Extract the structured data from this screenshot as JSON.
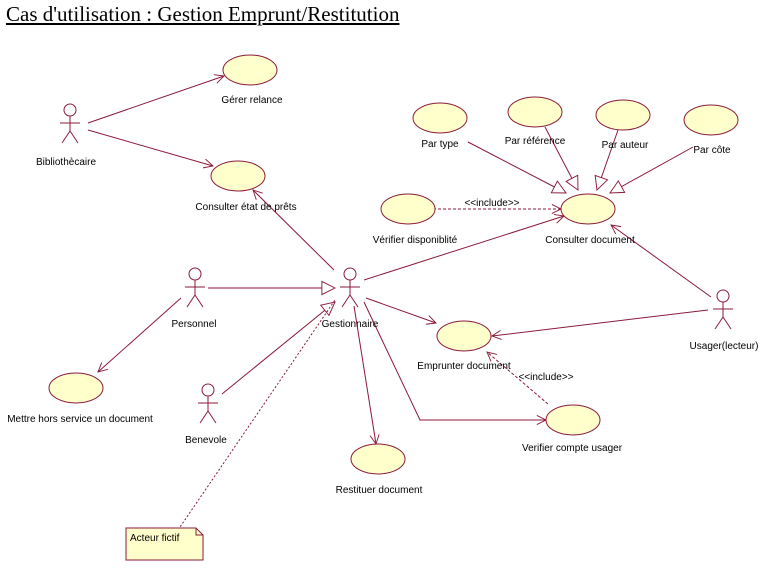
{
  "title": "Cas d'utilisation : Gestion Emprunt/Restitution",
  "actors": {
    "bibliothecaire": "Bibliothècaire",
    "personnel": "Personnel",
    "benevole": "Benevole",
    "gestionnaire": "Gestionnaire",
    "usager": "Usager(lecteur)"
  },
  "use_cases": {
    "gerer_relance": "Gérer relance",
    "consulter_etat_prets": "Consulter état de prêts",
    "par_type": "Par type",
    "par_reference": "Par référence",
    "par_auteur": "Par auteur",
    "par_cote": "Par côte",
    "verifier_disponibilite": "Vérifier disponiblité",
    "consulter_document": "Consulter document",
    "emprunter_document": "Emprunter document",
    "verifier_compte_usager": "Verifier compte usager",
    "restituer_document": "Restituer document",
    "mettre_hors_service": "Mettre hors service un document"
  },
  "stereotypes": {
    "include_disponibilite": "<<include>>",
    "include_compte": "<<include>>"
  },
  "note": "Acteur fictif",
  "colors": {
    "line": "#8b1a3a",
    "use_case_fill": "#ffffcc"
  }
}
